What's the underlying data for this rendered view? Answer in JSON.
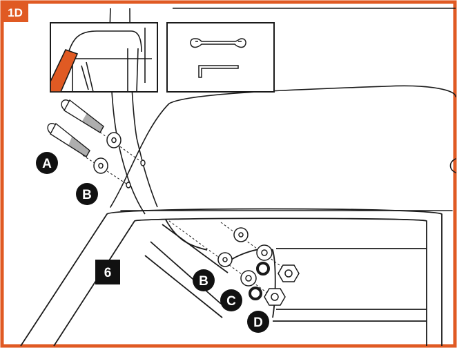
{
  "step_badge": {
    "text": "1D"
  },
  "part_labels": {
    "bolt_a": "A",
    "washer_b_upper": "B",
    "washer_b_lower": "B",
    "lock_washer_c": "C",
    "nut_d": "D",
    "frame_part": "6"
  },
  "tools": [
    "wrench-icon",
    "allen-key-icon"
  ],
  "colors": {
    "accent": "#e05a23",
    "line": "#1a1a1a",
    "badge_fill": "#111111",
    "badge_text": "#ffffff"
  }
}
